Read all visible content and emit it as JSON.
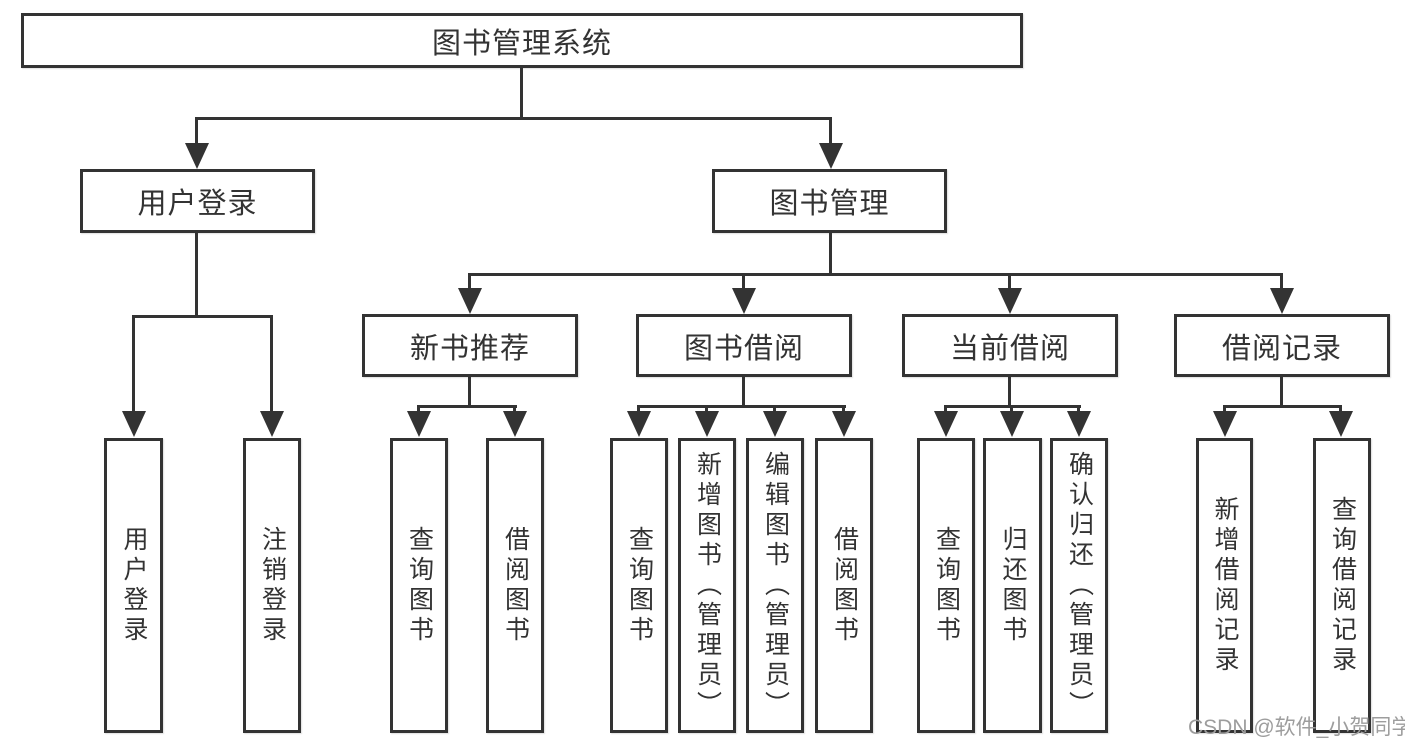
{
  "diagram": {
    "title": "图书管理系统",
    "root": {
      "label": "图书管理系统"
    },
    "branches": [
      {
        "label": "用户登录",
        "children": [
          {
            "label": "用户登录"
          },
          {
            "label": "注销登录"
          }
        ]
      },
      {
        "label": "图书管理",
        "sections": [
          {
            "label": "新书推荐",
            "children": [
              {
                "label": "查询图书"
              },
              {
                "label": "借阅图书"
              }
            ]
          },
          {
            "label": "图书借阅",
            "children": [
              {
                "label": "查询图书"
              },
              {
                "label": "新增图书（管理员）"
              },
              {
                "label": "编辑图书（管理员）"
              },
              {
                "label": "借阅图书"
              }
            ]
          },
          {
            "label": "当前借阅",
            "children": [
              {
                "label": "查询图书"
              },
              {
                "label": "归还图书"
              },
              {
                "label": "确认归还（管理员）"
              }
            ]
          },
          {
            "label": "借阅记录",
            "children": [
              {
                "label": "新增借阅记录"
              },
              {
                "label": "查询借阅记录"
              }
            ]
          }
        ]
      }
    ]
  },
  "watermark": {
    "text": "CSDN @软件_小贺同学"
  },
  "colors": {
    "line": "#333333",
    "box_border": "#333333",
    "text": "#333333",
    "background": "#ffffff",
    "watermark": "#9d9d9d"
  }
}
